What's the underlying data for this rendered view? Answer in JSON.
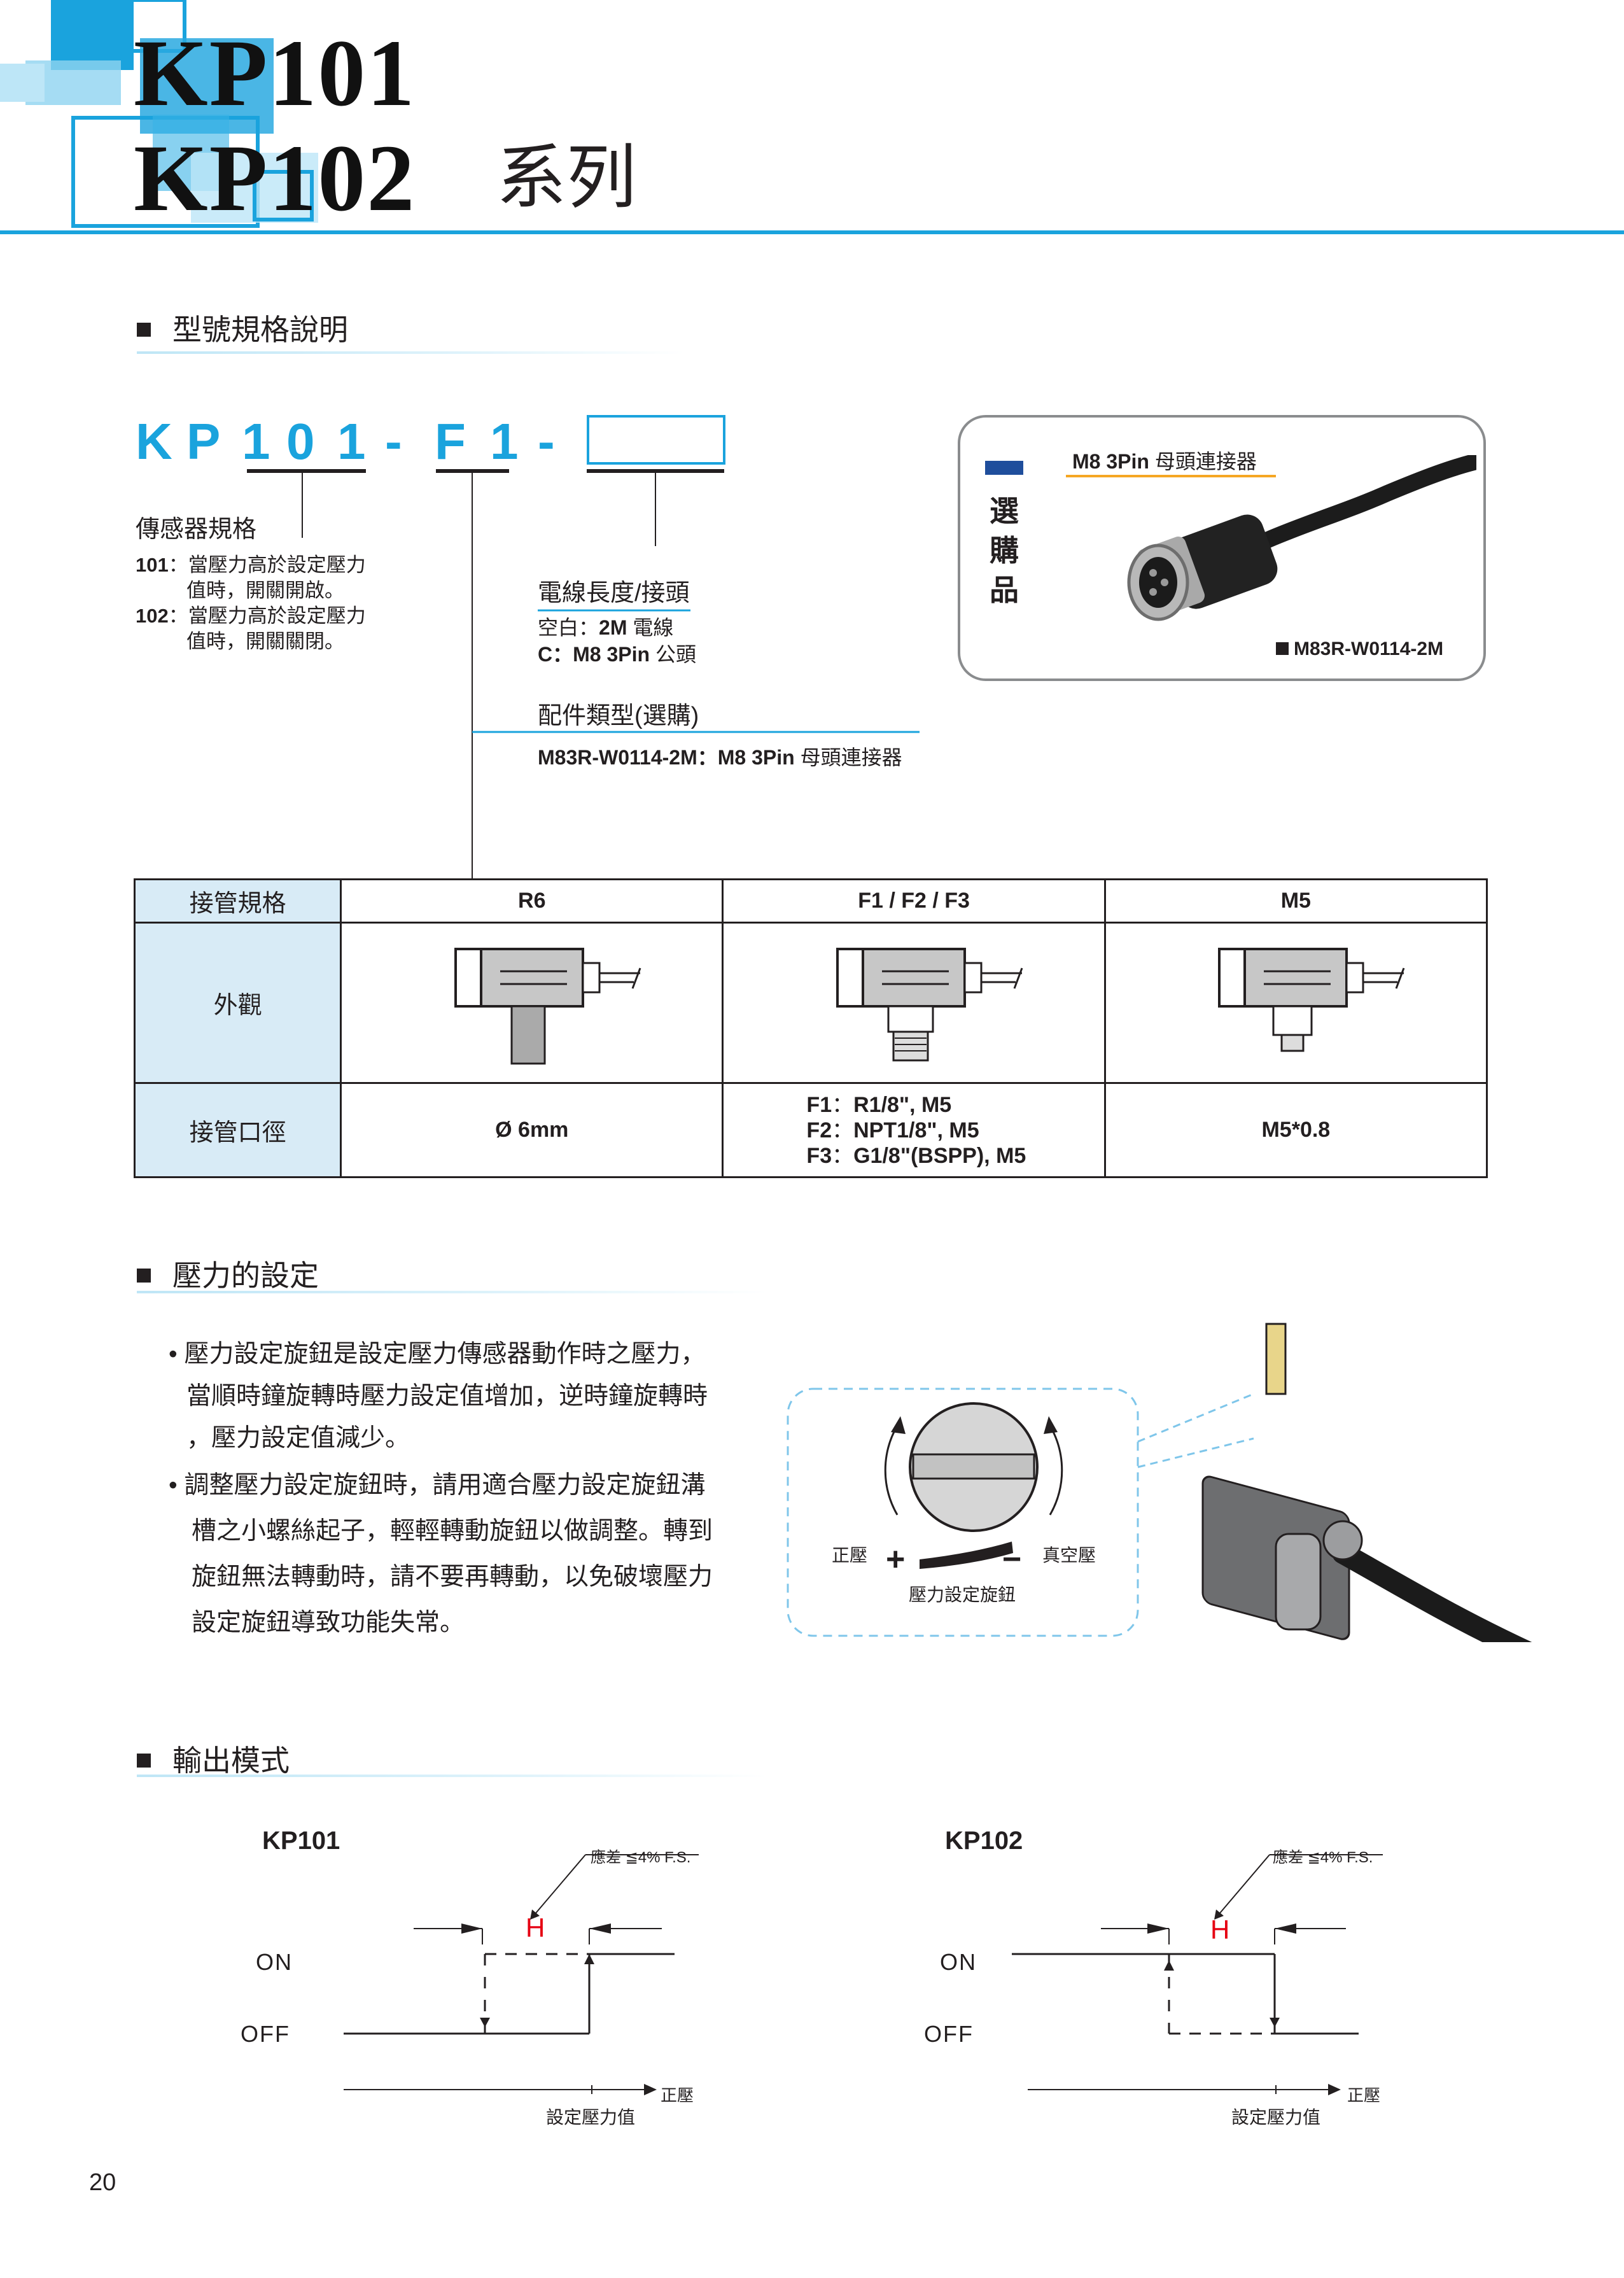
{
  "header": {
    "model_line1": "KP101",
    "model_line2": "KP102",
    "series_label": "系列"
  },
  "section_model": {
    "title": "型號規格說明",
    "code_chars": [
      "K",
      "P",
      "1",
      "0",
      "1",
      "-",
      "F",
      "1",
      "-"
    ],
    "sensor_spec": {
      "title": "傳感器規格",
      "items": [
        {
          "code": "101",
          "sep": "：",
          "line1": "當壓力高於設定壓力",
          "line2": "值時，開關開啟。"
        },
        {
          "code": "102",
          "sep": "：",
          "line1": "當壓力高於設定壓力",
          "line2": "值時，開關關閉。"
        }
      ]
    },
    "cable": {
      "title": "電線長度/接頭",
      "line1_prefix": "空白：",
      "line1_value": "2M",
      "line1_suffix": " 電線",
      "line2_prefix": "C：",
      "line2_value": "M8 3Pin",
      "line2_suffix": " 公頭"
    },
    "accessory": {
      "title": "配件類型(選購)",
      "line": "M83R-W0114-2M：M8 3Pin",
      "line_suffix": " 母頭連接器"
    },
    "optional_box": {
      "vertical_label": [
        "選",
        "購",
        "品"
      ],
      "caption_bold": "M8 3Pin",
      "caption": " 母頭連接器",
      "part_number": "M83R-W0114-2M"
    }
  },
  "table": {
    "col0_header": "接管規格",
    "headers": [
      "R6",
      "F1 / F2 / F3",
      "M5"
    ],
    "row_appearance": "外觀",
    "row_diameter": "接管口徑",
    "diameters": [
      "Ø 6mm",
      "",
      "M5*0.8"
    ],
    "f_lines": [
      {
        "code": "F1",
        "sep": "：",
        "value": "R1/8\", M5"
      },
      {
        "code": "F2",
        "sep": "：",
        "value": "NPT1/8\", M5"
      },
      {
        "code": "F3",
        "sep": "：",
        "value": "G1/8\"(BSPP), M5"
      }
    ]
  },
  "section_pressure": {
    "title": "壓力的設定",
    "para1": [
      "壓力設定旋鈕是設定壓力傳感器動作時之壓力，",
      "當順時鐘旋轉時壓力設定值增加，逆時鐘旋轉時",
      "，壓力設定值減少。"
    ],
    "para2": [
      "調整壓力設定旋鈕時，請用適合壓力設定旋鈕溝",
      "槽之小螺絲起子，輕輕轉動旋鈕以做調整。轉到",
      "旋鈕無法轉動時，請不要再轉動，以免破壞壓力",
      "設定旋鈕導致功能失常。"
    ],
    "label_positive": "正壓",
    "label_vacuum": "真空壓",
    "label_knob": "壓力設定旋鈕",
    "plus": "+",
    "minus": "−"
  },
  "section_output": {
    "title": "輸出模式",
    "diagrams": [
      {
        "name": "KP101",
        "hysteresis": "應差 ≦4% F.S.",
        "h": "H",
        "on": "ON",
        "off": "OFF",
        "axis_end": "正壓",
        "axis_label": "設定壓力值"
      },
      {
        "name": "KP102",
        "hysteresis": "應差 ≦4% F.S.",
        "h": "H",
        "on": "ON",
        "off": "OFF",
        "axis_end": "正壓",
        "axis_label": "設定壓力值"
      }
    ]
  },
  "page_number": "20",
  "colors": {
    "accent": "#1aa3dd",
    "table_head": "#d8ebf6",
    "navy": "#1f4e9c",
    "red": "#e60012",
    "orange": "#f5a623"
  }
}
